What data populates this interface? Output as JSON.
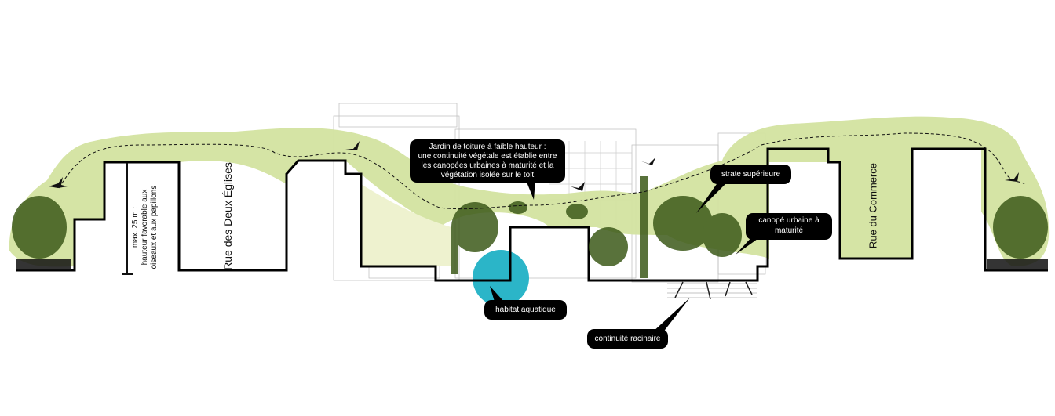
{
  "labels": {
    "roof_garden_title": "Jardin de toiture à faible hauteur :",
    "roof_garden_text": "une continuité végétale est établie entre les canopées urbaines à maturité et la végétation isolée sur le toit",
    "upper_stratum": "strate supérieure",
    "mature_canopy": "canopé urbaine à maturité",
    "aquatic_habitat": "habitat aquatique",
    "root_continuity": "continuité racinaire",
    "height_title": "max. 25 m :",
    "height_text_1": "hauteur favorable aux",
    "height_text_2": "oiseaux et aux papillons",
    "street_left": "Rue des Deux Églises",
    "street_right": "Rue du Commerce"
  },
  "colors": {
    "green_light": "#d3e3a0",
    "green_pale": "#eef2cf",
    "water": "#2bb5c8",
    "outline": "#000000"
  }
}
